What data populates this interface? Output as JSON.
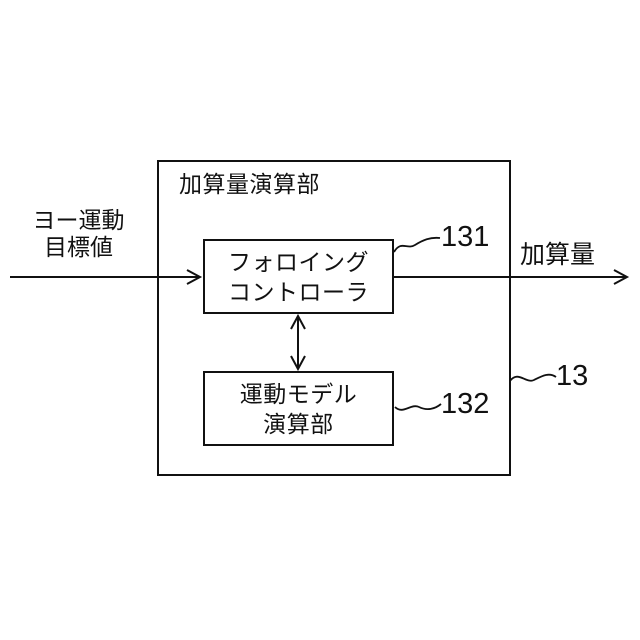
{
  "figure": {
    "type": "block-diagram",
    "outer_box": {
      "label": "加算量演算部",
      "ref": "13"
    },
    "blocks": [
      {
        "id": "following-controller",
        "line1": "フォロイング",
        "line2": "コントローラ",
        "ref": "131"
      },
      {
        "id": "motion-model-calculator",
        "line1": "運動モデル",
        "line2": "演算部",
        "ref": "132"
      }
    ],
    "input_label": {
      "line1": "ヨー運動",
      "line2": "目標値"
    },
    "output_label": "加算量",
    "connections": [
      "input-arrow: ヨー運動目標値 → フォロイングコントローラ",
      "output-arrow: フォロイングコントローラ → 加算量",
      "bidirectional-arrow: フォロイングコントローラ ↔ 運動モデル演算部"
    ],
    "colors": {
      "line": "#111111",
      "background": "#ffffff"
    }
  }
}
